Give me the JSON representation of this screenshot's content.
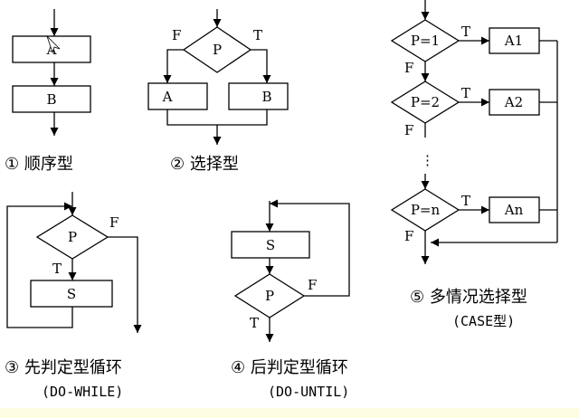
{
  "diagrams": {
    "sequence": {
      "box_a": "A",
      "box_b": "B",
      "caption": "① 顺序型"
    },
    "selection": {
      "cond": "P",
      "false_label": "F",
      "true_label": "T",
      "box_a": "A",
      "box_b": "B",
      "caption": "② 选择型"
    },
    "while": {
      "cond": "P",
      "false_label": "F",
      "true_label": "T",
      "body": "S",
      "caption": "③ 先判定型循环",
      "subcaption": "(DO-WHILE)"
    },
    "until": {
      "body": "S",
      "cond": "P",
      "false_label": "F",
      "true_label": "T",
      "caption": "④ 后判定型循环",
      "subcaption": "(DO-UNTIL)"
    },
    "case": {
      "conds": [
        "P=1",
        "P=2",
        "P=n"
      ],
      "actions": [
        "A1",
        "A2",
        "An"
      ],
      "true_label": "T",
      "false_label": "F",
      "ellipsis": "⋮",
      "caption": "⑤ 多情况选择型",
      "subcaption": "(CASE型)"
    }
  }
}
